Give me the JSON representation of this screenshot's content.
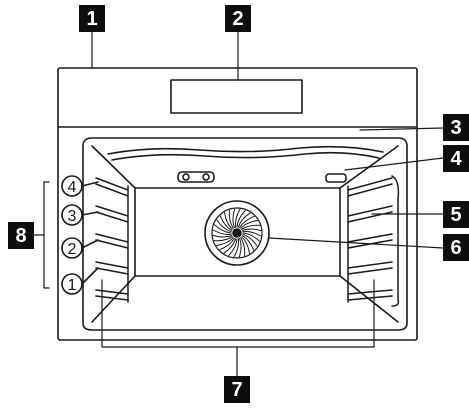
{
  "callouts": [
    {
      "id": "1",
      "label": "1"
    },
    {
      "id": "2",
      "label": "2"
    },
    {
      "id": "3",
      "label": "3"
    },
    {
      "id": "4",
      "label": "4"
    },
    {
      "id": "5",
      "label": "5"
    },
    {
      "id": "6",
      "label": "6"
    },
    {
      "id": "7",
      "label": "7"
    },
    {
      "id": "8",
      "label": "8"
    }
  ],
  "shelf_levels": [
    {
      "label": "4"
    },
    {
      "label": "3"
    },
    {
      "label": "2"
    },
    {
      "label": "1"
    }
  ],
  "colors": {
    "line": "#1a1a1a",
    "callout_bg": "#0e0e0e",
    "callout_text": "#ffffff"
  }
}
